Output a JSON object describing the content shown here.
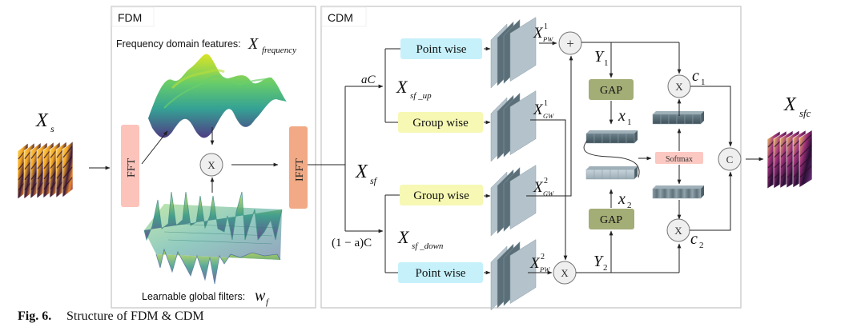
{
  "figure": {
    "caption_bold": "Fig. 6.",
    "caption_text": "Structure of FDM & CDM"
  },
  "input": {
    "symbol": "X",
    "subscript": "s"
  },
  "output": {
    "symbol": "X",
    "subscript": "sfc"
  },
  "fdm": {
    "title": "FDM",
    "freq_label": "Frequency domain features:",
    "freq_symbol": "X",
    "freq_subscript": "frequency",
    "filter_label": "Learnable global filters:",
    "filter_symbol": "w",
    "filter_subscript": "f",
    "fft_label": "FFT",
    "ifft_label": "IFFT",
    "multiply_label": "X"
  },
  "cdm": {
    "title": "CDM",
    "xsf": {
      "symbol": "X",
      "subscript": "sf"
    },
    "split_up": {
      "ratio": "aC",
      "symbol": "X",
      "subscript": "sf _up"
    },
    "split_down": {
      "ratio": "(1 − a)C",
      "symbol": "X",
      "subscript": "sf _down"
    },
    "blocks": {
      "point_wise_top": "Point wise",
      "group_wise_top": "Group wise",
      "group_wise_bottom": "Group wise",
      "point_wise_bottom": "Point wise"
    },
    "features": {
      "pw1": {
        "symbol": "X",
        "sub": "PW",
        "sup": "1"
      },
      "gw1": {
        "symbol": "X",
        "sub": "GW",
        "sup": "1"
      },
      "gw2": {
        "symbol": "X",
        "sub": "GW",
        "sup": "2"
      },
      "pw2": {
        "symbol": "X",
        "sub": "PW",
        "sup": "2"
      }
    },
    "add_op": "+",
    "mul_op_bottom": "X",
    "y1": {
      "symbol": "Y",
      "sub": "1"
    },
    "y2": {
      "symbol": "Y",
      "sub": "2"
    },
    "gap_top": "GAP",
    "gap_bottom": "GAP",
    "x1": {
      "symbol": "x",
      "sub": "1"
    },
    "x2": {
      "symbol": "x",
      "sub": "2"
    },
    "softmax": "Softmax",
    "c1": {
      "symbol": "c",
      "sub": "1"
    },
    "c2": {
      "symbol": "c",
      "sub": "2"
    },
    "mul_c1": "X",
    "mul_c2": "X",
    "concat": "C"
  },
  "colors": {
    "point_wise": "#c6f1fa",
    "group_wise": "#f6f8b3",
    "gap": "#a3ad76",
    "softmax": "#fcc8c2",
    "fft": "#fcc3bb",
    "ifft": "#f1aa85",
    "slab_light": "#b4c2cb",
    "slab_dark": "#5b6f79",
    "op_circle": "#efefef"
  }
}
